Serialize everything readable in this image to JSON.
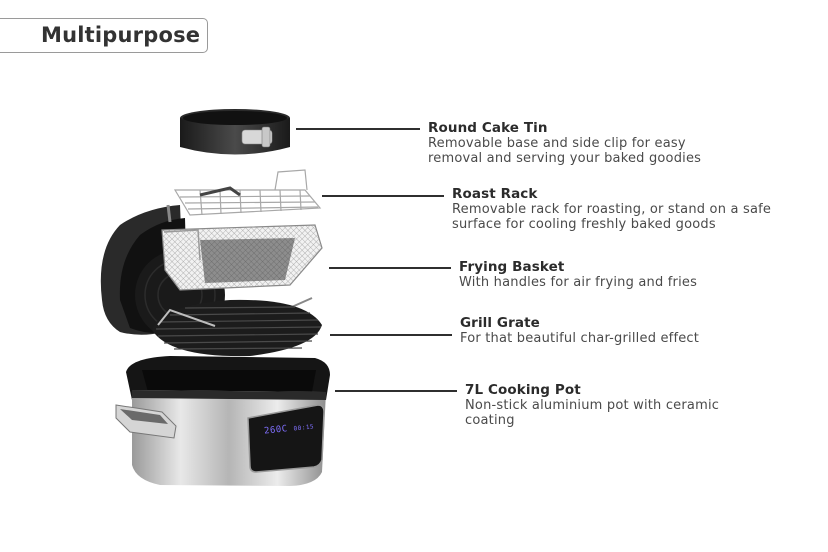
{
  "header": {
    "title": "Multipurpose"
  },
  "product": {
    "name": "air-fryer-multicooker",
    "display": {
      "temperature": "260C",
      "time": "00:15",
      "display_color": "#7b6cff"
    },
    "colors": {
      "body_steel": "#c9c9c9",
      "dark_parts": "#1e1e1e",
      "mesh": "#bdbdbd"
    }
  },
  "callouts": [
    {
      "title": "Round Cake Tin",
      "description": "Removable base and side clip for easy\nremoval and serving your baked goodies"
    },
    {
      "title": "Roast Rack",
      "description": "Removable rack for roasting, or stand on a safe\nsurface for cooling freshly baked goods"
    },
    {
      "title": "Frying Basket",
      "description": "With handles for air frying and fries"
    },
    {
      "title": "Grill Grate",
      "description": "For that beautiful char-grilled effect"
    },
    {
      "title": "7L Cooking Pot",
      "description": "Non-stick aluminium pot with ceramic\ncoating"
    }
  ]
}
